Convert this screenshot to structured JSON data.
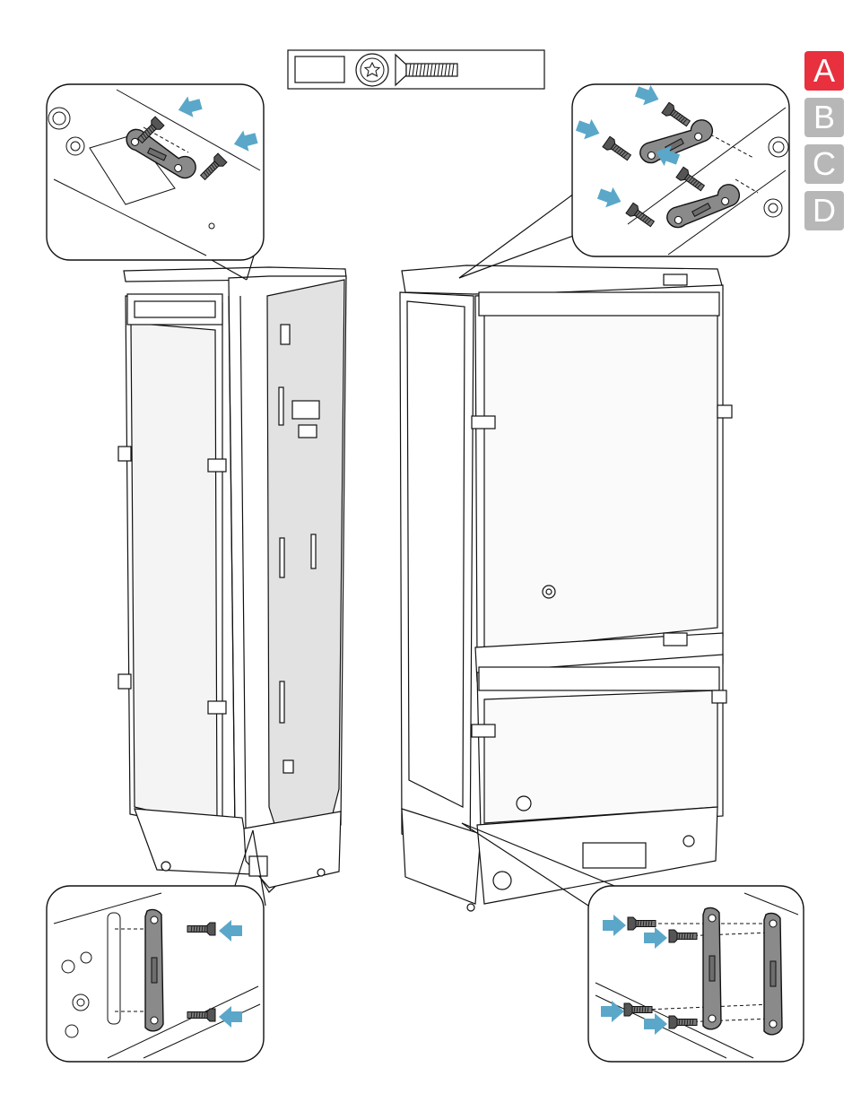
{
  "step_tabs": [
    {
      "letter": "A",
      "active": true,
      "color": "#e8303f"
    },
    {
      "letter": "B",
      "active": false,
      "color": "#b7b7b7"
    },
    {
      "letter": "C",
      "active": false,
      "color": "#b7b7b7"
    },
    {
      "letter": "D",
      "active": false,
      "color": "#b7b7b7"
    }
  ],
  "parts_box": {
    "quantity_label": "",
    "screw_head_icon": "torx-head-icon",
    "screw_icon": "countersunk-screw-icon"
  },
  "arrow_color": "#5aa7c9",
  "bracket_color": "#8a8a8a",
  "panel_fill": "#e2e2e2",
  "detail_callouts": [
    {
      "id": "top-left",
      "screws": 2
    },
    {
      "id": "top-right",
      "screws": 4
    },
    {
      "id": "bottom-left",
      "screws": 2
    },
    {
      "id": "bottom-right",
      "screws": 4
    }
  ]
}
